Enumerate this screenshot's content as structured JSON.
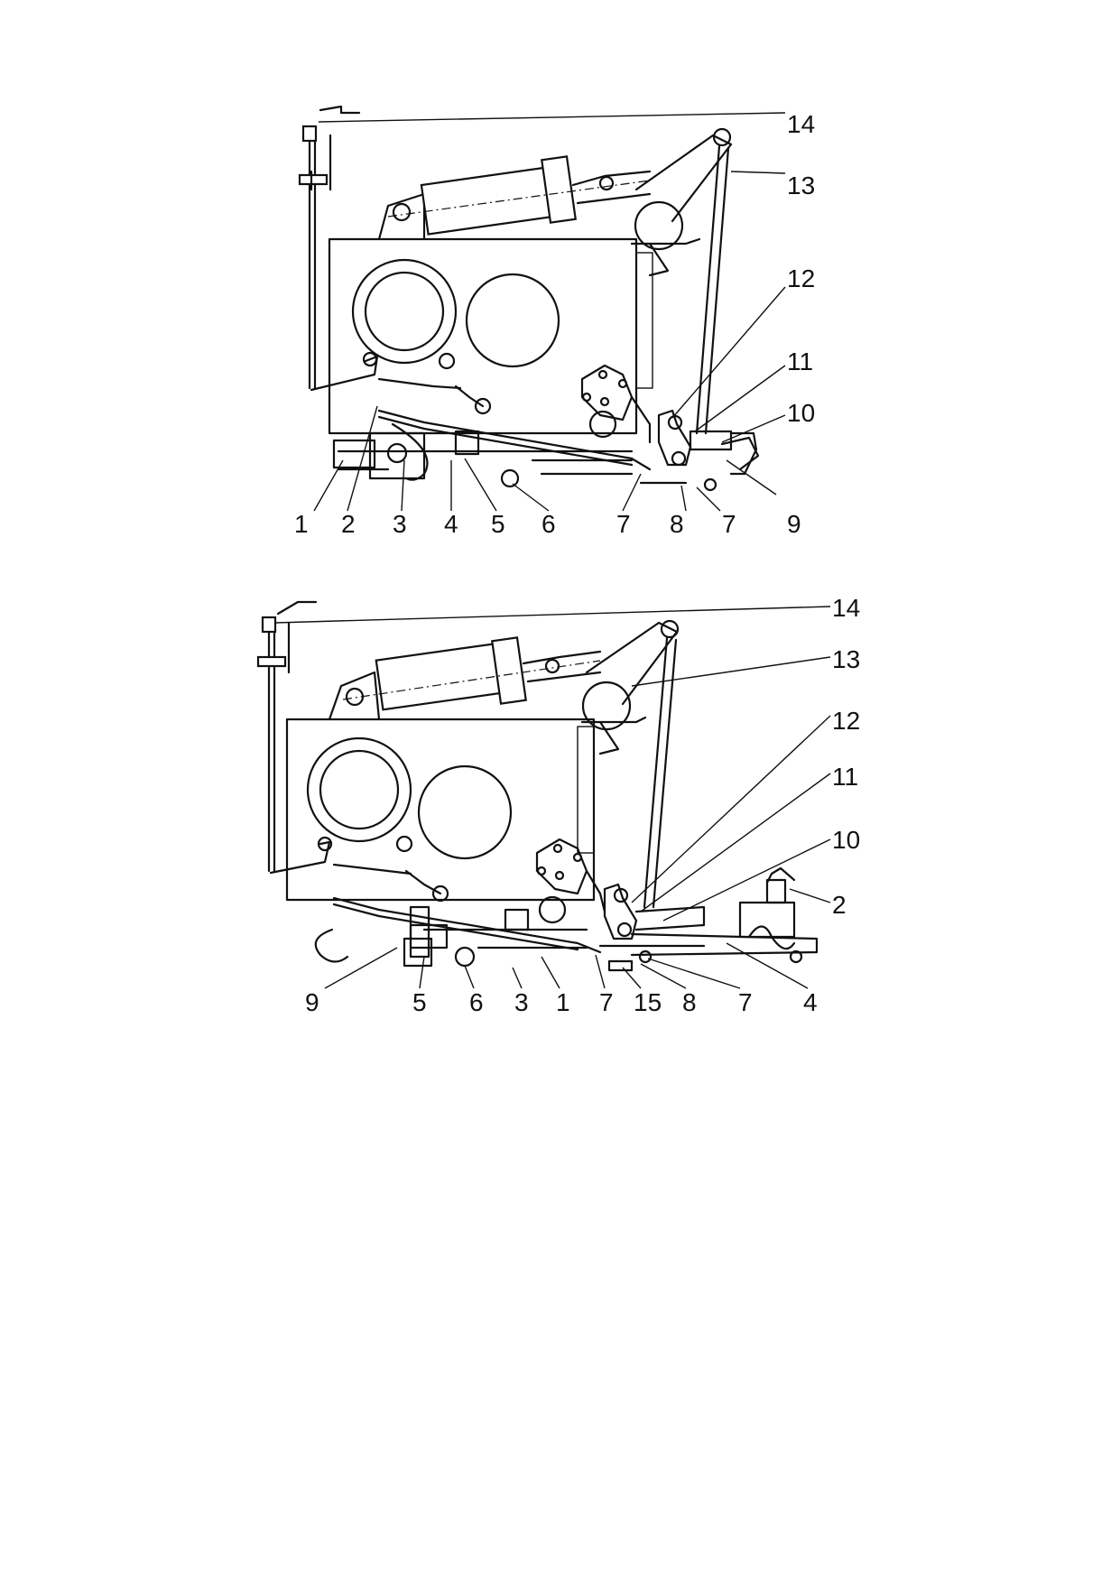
{
  "figures": [
    {
      "id": "upper",
      "callouts": [
        "1",
        "2",
        "3",
        "4",
        "5",
        "6",
        "7",
        "8",
        "7",
        "9",
        "10",
        "11",
        "12",
        "13",
        "14"
      ]
    },
    {
      "id": "lower",
      "callouts": [
        "9",
        "5",
        "6",
        "3",
        "1",
        "7",
        "15",
        "8",
        "7",
        "4",
        "2",
        "10",
        "11",
        "12",
        "13",
        "14"
      ]
    }
  ]
}
